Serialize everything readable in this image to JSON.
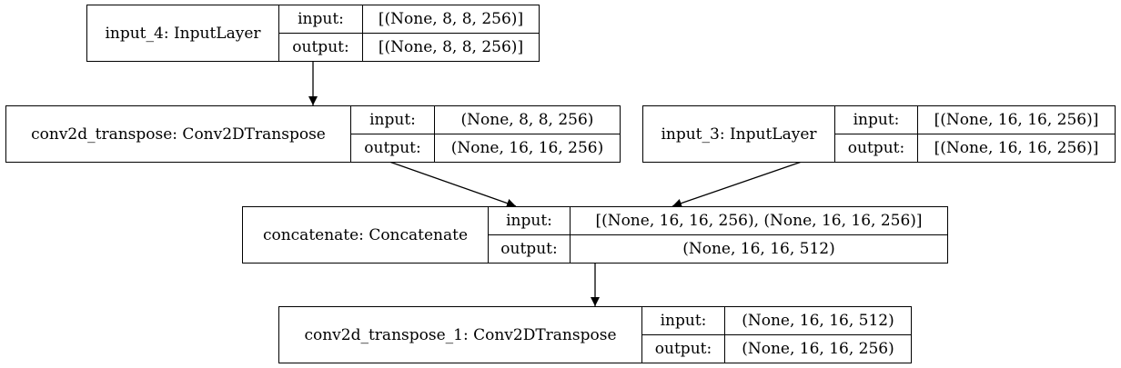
{
  "nodes": {
    "input_4": {
      "name": "input_4: InputLayer",
      "input_label": "input:",
      "output_label": "output:",
      "input_value": "[(None, 8, 8, 256)]",
      "output_value": "[(None, 8, 8, 256)]"
    },
    "conv2d_transpose": {
      "name": "conv2d_transpose: Conv2DTranspose",
      "input_label": "input:",
      "output_label": "output:",
      "input_value": "(None, 8, 8, 256)",
      "output_value": "(None, 16, 16, 256)"
    },
    "input_3": {
      "name": "input_3: InputLayer",
      "input_label": "input:",
      "output_label": "output:",
      "input_value": "[(None, 16, 16, 256)]",
      "output_value": "[(None, 16, 16, 256)]"
    },
    "concatenate": {
      "name": "concatenate: Concatenate",
      "input_label": "input:",
      "output_label": "output:",
      "input_value": "[(None, 16, 16, 256), (None, 16, 16, 256)]",
      "output_value": "(None, 16, 16, 512)"
    },
    "conv2d_transpose_1": {
      "name": "conv2d_transpose_1: Conv2DTranspose",
      "input_label": "input:",
      "output_label": "output:",
      "input_value": "(None, 16, 16, 512)",
      "output_value": "(None, 16, 16, 256)"
    }
  }
}
